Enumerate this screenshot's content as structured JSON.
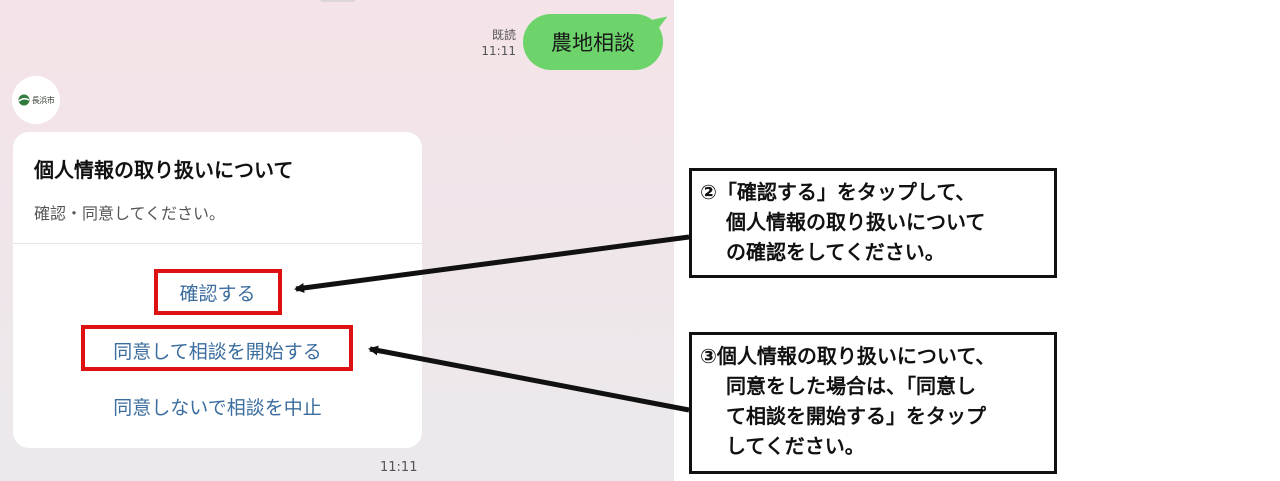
{
  "chat": {
    "user_message": "農地相談",
    "read_label": "既読",
    "read_time": "11:11",
    "bot_avatar_text": "長浜市",
    "bot_time": "11:11"
  },
  "card": {
    "title": "個人情報の取り扱いについて",
    "subtitle": "確認・同意してください。",
    "actions": [
      {
        "label": "確認する"
      },
      {
        "label": "同意して相談を開始する"
      },
      {
        "label": "同意しないで相談を中止"
      }
    ]
  },
  "annotations": [
    {
      "lines": [
        "②「確認する」をタップして、",
        "個人情報の取り扱いについて",
        "の確認をしてください。"
      ]
    },
    {
      "lines": [
        "③個人情報の取り扱いについて、",
        "同意をした場合は、「同意し",
        "て相談を開始する」をタップ",
        "してください。"
      ]
    }
  ],
  "colors": {
    "bubble_green": "#6cd46a",
    "action_blue": "#3b6d9e",
    "highlight_red": "#dd1111"
  }
}
